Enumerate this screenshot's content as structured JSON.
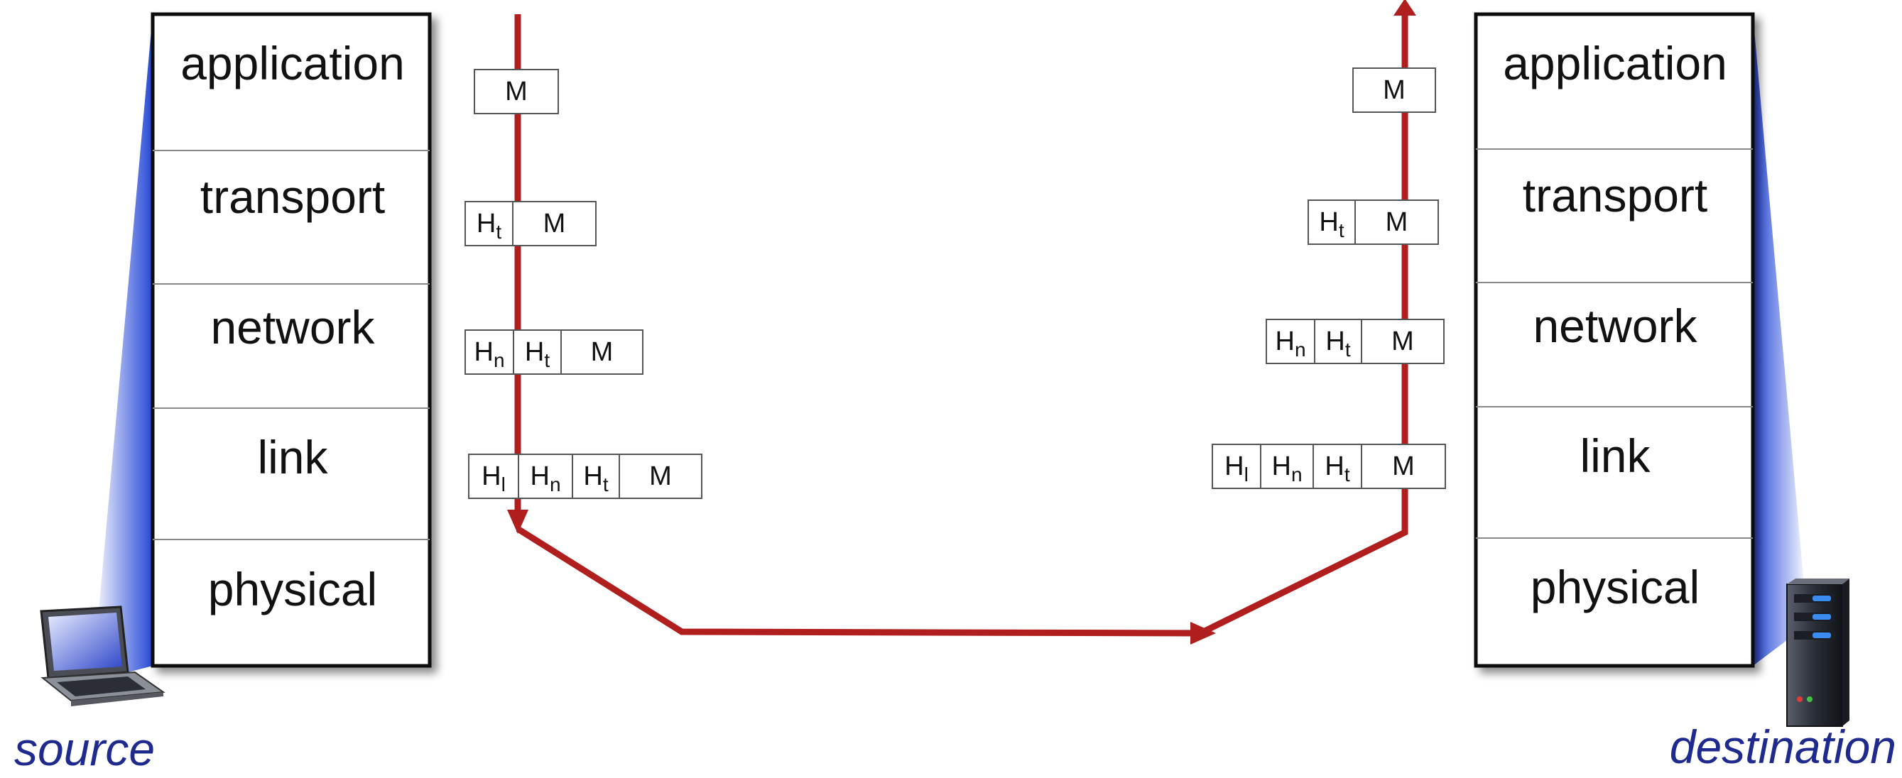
{
  "source": {
    "label": "source",
    "layers": [
      "application",
      "transport",
      "network",
      "link",
      "physical"
    ]
  },
  "destination": {
    "label": "destination",
    "layers": [
      "application",
      "transport",
      "network",
      "link",
      "physical"
    ]
  },
  "packets": {
    "application": [
      {
        "H": "",
        "sub": "",
        "text": "M"
      }
    ],
    "transport": [
      {
        "H": "H",
        "sub": "t"
      },
      {
        "text": "M"
      }
    ],
    "network": [
      {
        "H": "H",
        "sub": "n"
      },
      {
        "H": "H",
        "sub": "t"
      },
      {
        "text": "M"
      }
    ],
    "link": [
      {
        "H": "H",
        "sub": "l"
      },
      {
        "H": "H",
        "sub": "n"
      },
      {
        "H": "H",
        "sub": "t"
      },
      {
        "text": "M"
      }
    ]
  },
  "colors": {
    "arrow": "#b01e1e",
    "stack_border": "#111111",
    "glow": "#1a3fd6",
    "label": "#1f2a8f"
  },
  "icons": {
    "source": "laptop-icon",
    "destination": "server-icon"
  }
}
